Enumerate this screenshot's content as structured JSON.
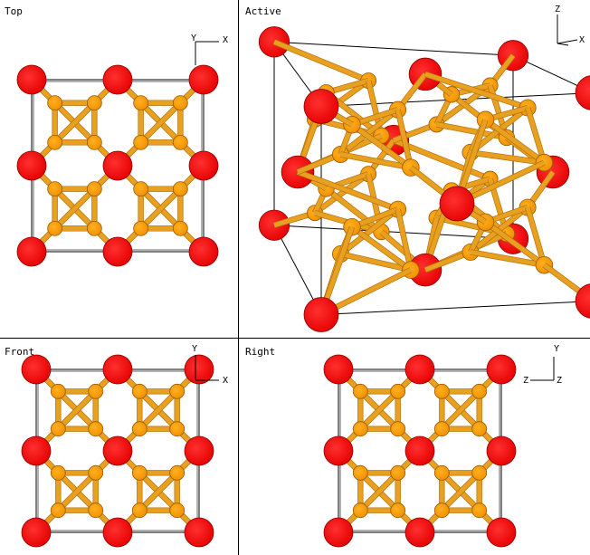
{
  "viewports": {
    "top": {
      "label": "Top",
      "axis_h": "X",
      "axis_v": "Y"
    },
    "active": {
      "label": "Active",
      "axis_h": "X",
      "axis_v": "Z"
    },
    "front": {
      "label": "Front",
      "axis_h": "X",
      "axis_v": "Y"
    },
    "right": {
      "label": "Right",
      "axis_h": "Z",
      "axis_v": "Y"
    }
  },
  "colors": {
    "background": "#ffffff",
    "divider": "#000000",
    "large_atom": "#ff0000",
    "small_atom": "#ffa500",
    "bond": "#e8a020",
    "cell_edge": "#000000"
  },
  "icons": {
    "axis_gizmo": "axis-triad-icon"
  }
}
